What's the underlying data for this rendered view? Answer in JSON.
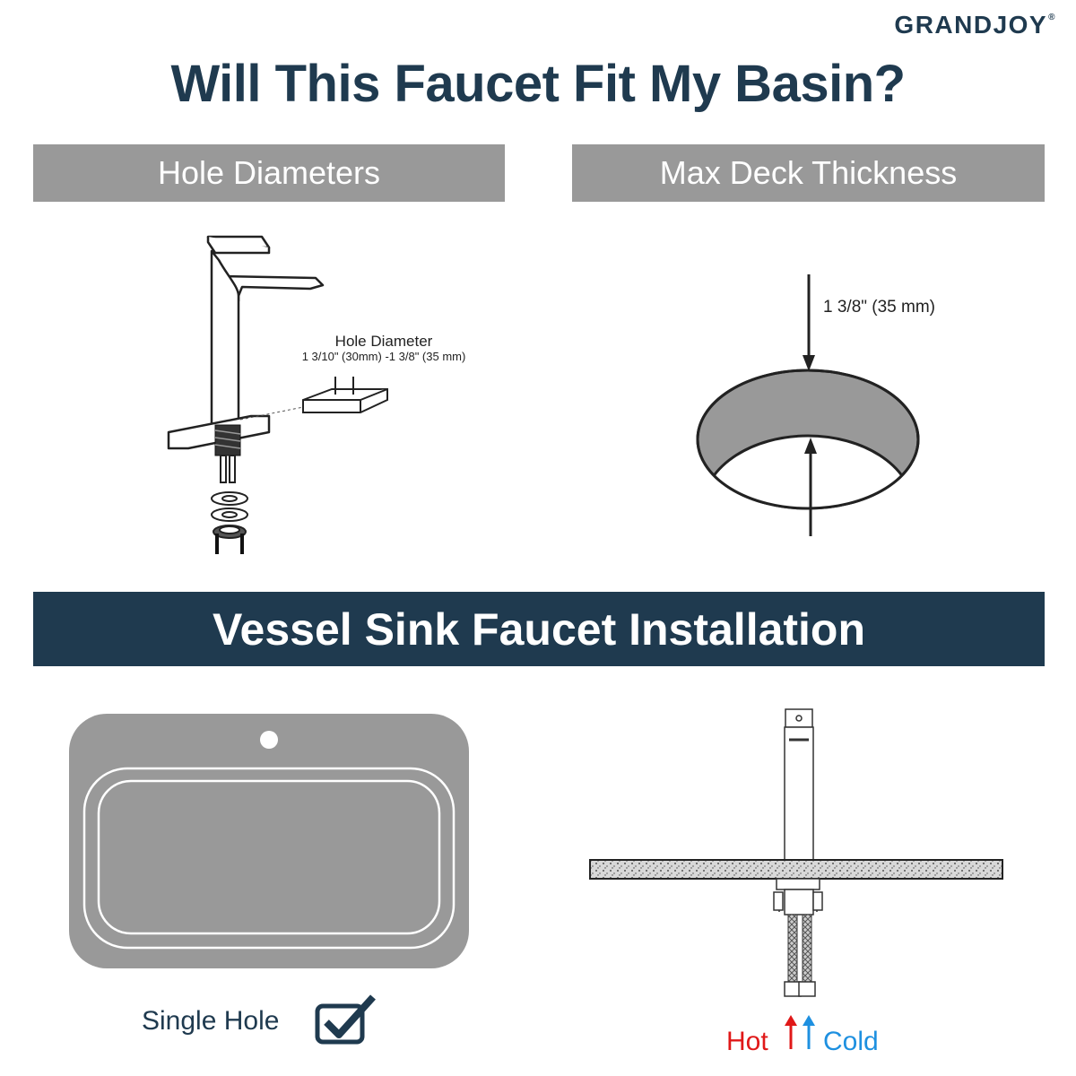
{
  "brand": {
    "name": "GRANDJOY",
    "mark": "®"
  },
  "title": "Will This Faucet Fit My Basin?",
  "sections": {
    "hole_diameters": {
      "label": "Hole Diameters",
      "callout_title": "Hole Diameter",
      "callout_value": "1 3/10\" (30mm) -1 3/8\" (35 mm)"
    },
    "deck_thickness": {
      "label": "Max Deck Thickness",
      "value": "1 3/8\" (35 mm)"
    }
  },
  "installation": {
    "banner": "Vessel Sink Faucet Installation",
    "sink_caption": "Single Hole",
    "hot_label": "Hot",
    "cold_label": "Cold"
  },
  "colors": {
    "navy": "#1f3a4f",
    "grey": "#999999",
    "hot": "#e01818",
    "cold": "#1e90e0"
  },
  "icons": [
    "checkbox-checked-icon",
    "up-arrow-icon"
  ]
}
